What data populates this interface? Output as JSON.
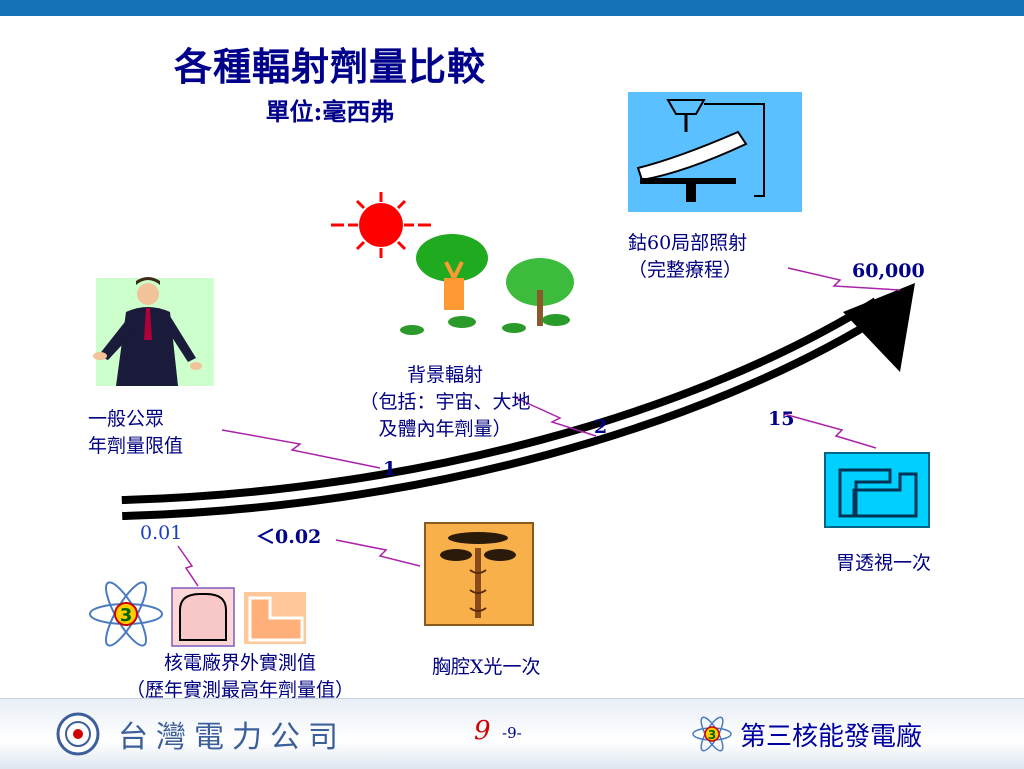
{
  "slide": {
    "title": "各種輻射劑量比較",
    "subtitle": "單位:毫西弗"
  },
  "items": {
    "public_limit": {
      "line1": "一般公眾",
      "line2": "年劑量限值",
      "value": "1"
    },
    "background": {
      "line1": "背景輻射",
      "line2": "（包括：宇宙、大地",
      "line3": "及體內年劑量）",
      "value": "2"
    },
    "cobalt": {
      "line1": "鈷60局部照射",
      "line2": "（完整療程）",
      "value": "60,000"
    },
    "stomach": {
      "line1": "胃透視一次",
      "value": "15"
    },
    "chest": {
      "line1": "胸腔X光一次",
      "value": "＜0.02"
    },
    "plant": {
      "line1": "核電廠界外實測值",
      "line2": "（歷年實測最高年劑量值）",
      "value": "0.01"
    }
  },
  "footer": {
    "company": "台灣電力公司",
    "page_number": "9",
    "page_label": "-9-",
    "plant_name": "第三核能發電廠",
    "plant_logo_text": "3"
  },
  "colors": {
    "title": "#00008b",
    "top_bar": "#1572b6",
    "arrow": "#000000",
    "pointer": "#aa22aa",
    "cyan_panel": "#00d0ff",
    "xray_panel": "#f7b04a",
    "sun": "#ff0000"
  }
}
